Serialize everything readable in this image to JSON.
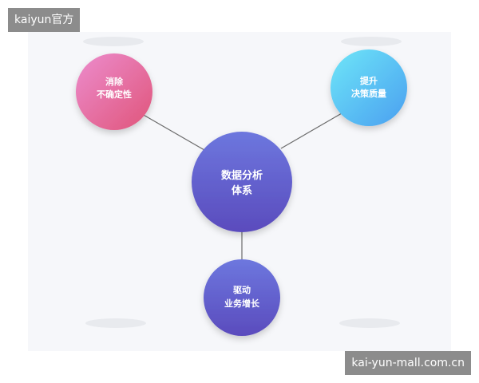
{
  "watermarks": {
    "top_left": "kaiyun官方",
    "bottom_right": "kai-yun-mall.com.cn"
  },
  "diagram": {
    "center": {
      "line1": "数据分析",
      "line2": "体系"
    },
    "top_left": {
      "line1": "消除",
      "line2": "不确定性"
    },
    "top_right": {
      "line1": "提升",
      "line2": "决策质量"
    },
    "bottom": {
      "line1": "驱动",
      "line2": "业务增长"
    }
  },
  "colors": {
    "pink_start": "#ec8ccd",
    "pink_end": "#e0557a",
    "blue_start": "#6ee6f8",
    "blue_end": "#4a9ff0",
    "purple_start": "#6d77de",
    "purple_end": "#5a4bbd",
    "connector": "#6b6b6b",
    "panel": "#f6f7fa"
  }
}
